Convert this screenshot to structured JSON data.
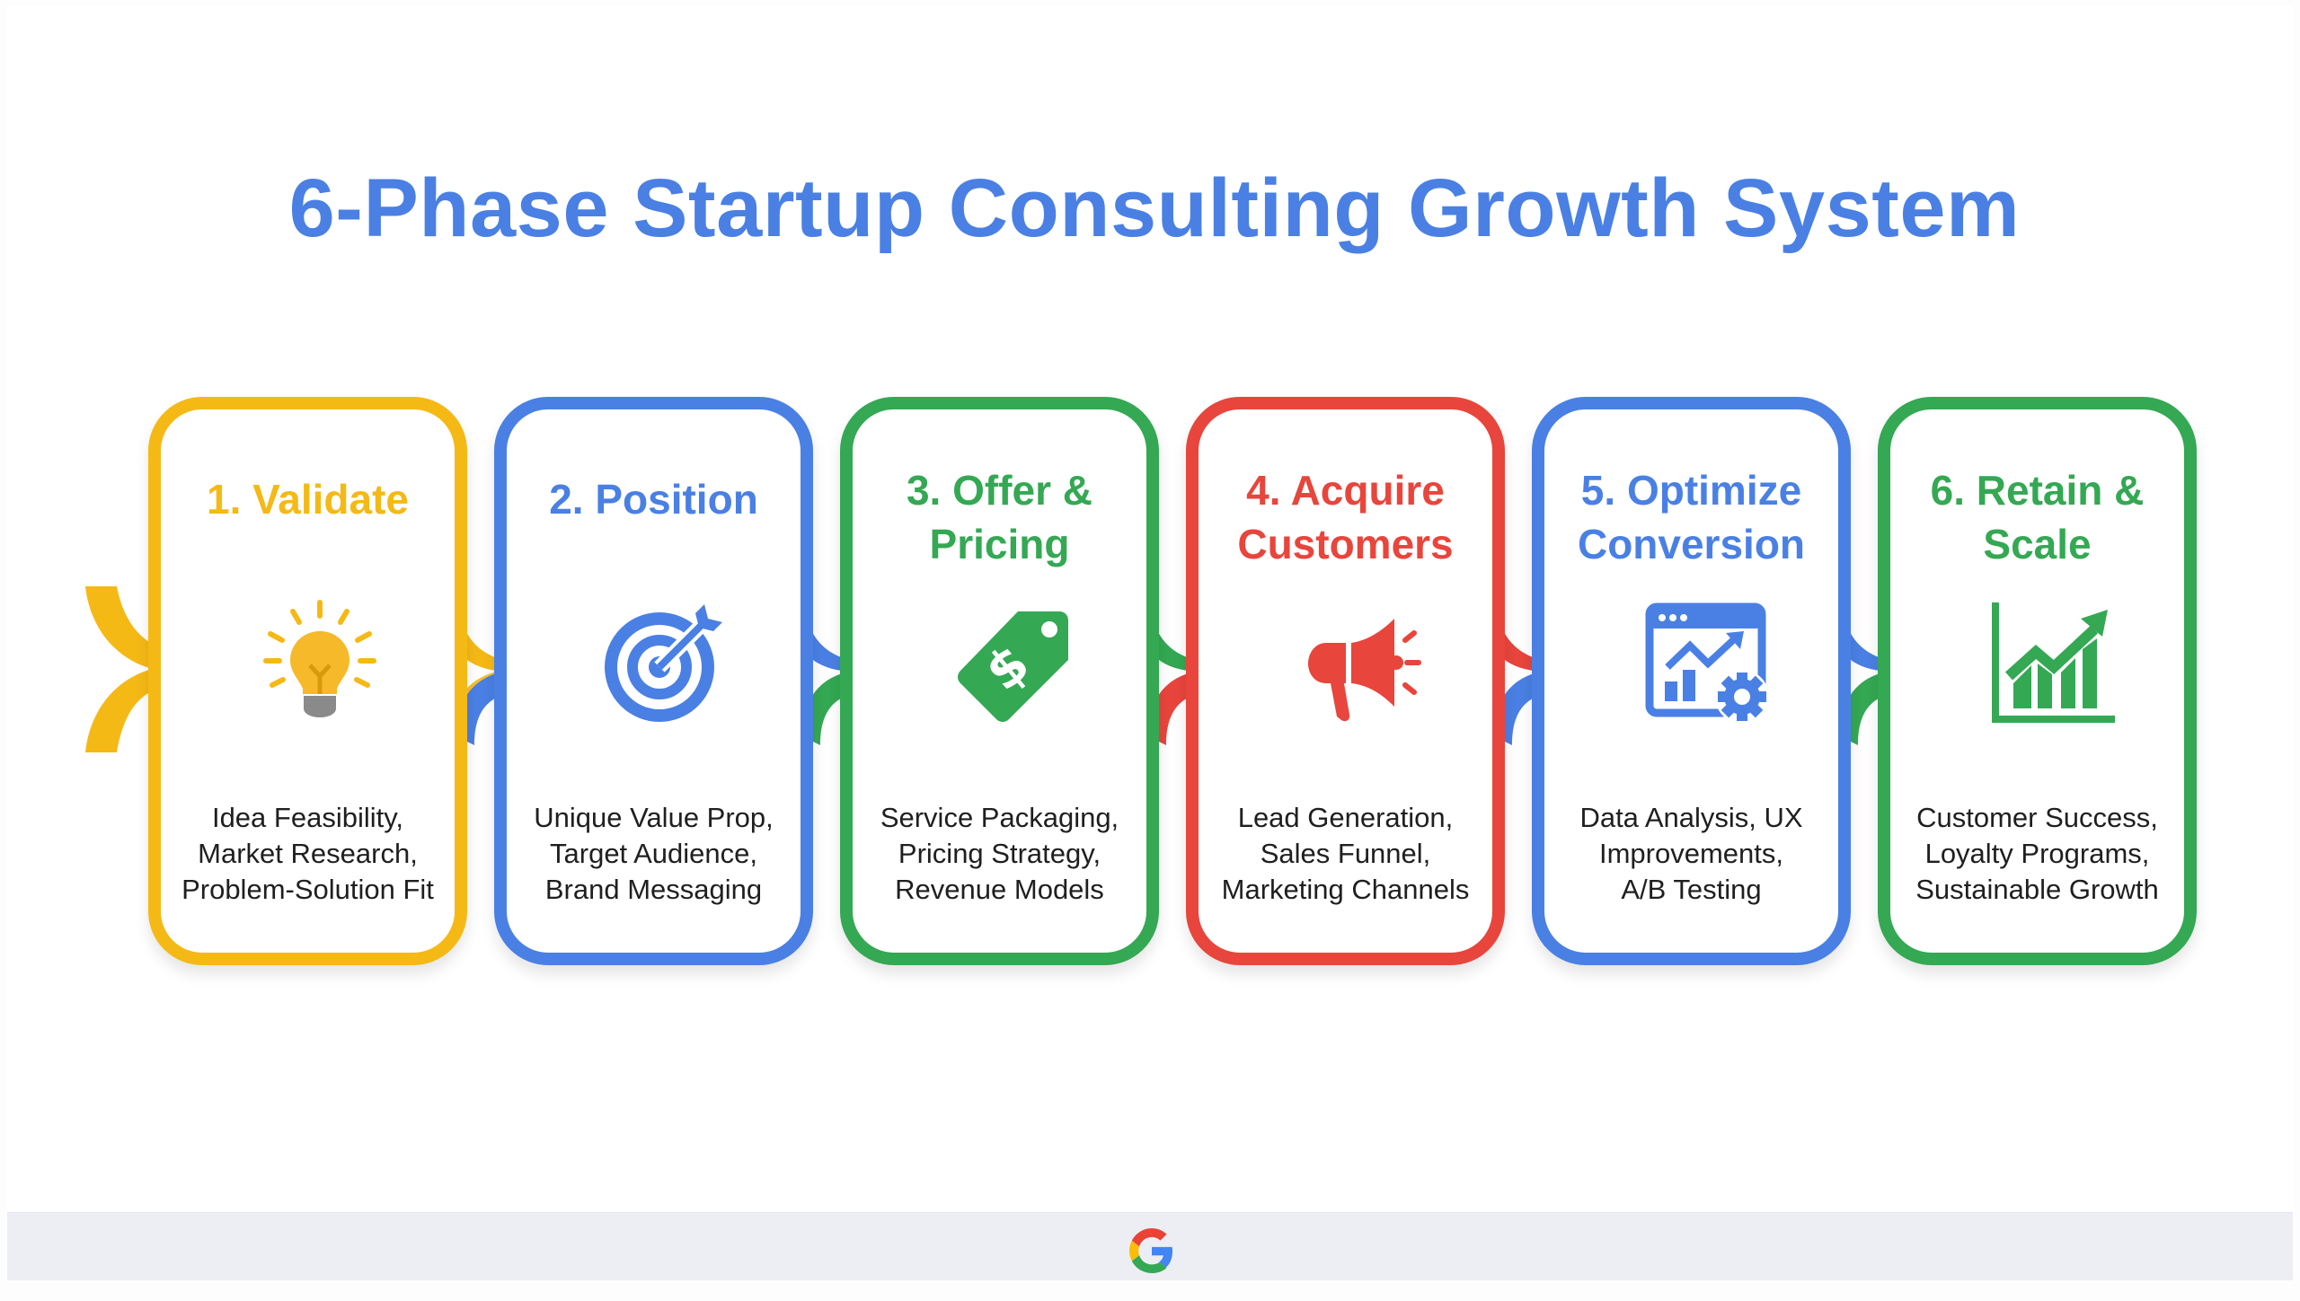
{
  "title": "6-Phase Startup Consulting Growth System",
  "colors": {
    "title": "#4a80e4",
    "yellow": "#f5b916",
    "blue": "#4a80e4",
    "green": "#34a853",
    "red": "#e8453c",
    "description_text": "#1f1f1f",
    "footer_bar": "#eceef3"
  },
  "phases": [
    {
      "number": 1,
      "title_lines": [
        "1. Validate"
      ],
      "color": "yellow",
      "icon": "lightbulb-icon",
      "description_lines": [
        "Idea Feasibility,",
        "Market Research,",
        "Problem-Solution Fit"
      ]
    },
    {
      "number": 2,
      "title_lines": [
        "2. Position"
      ],
      "color": "blue",
      "icon": "target-icon",
      "description_lines": [
        "Unique Value Prop,",
        "Target Audience,",
        "Brand Messaging"
      ]
    },
    {
      "number": 3,
      "title_lines": [
        "3. Offer &",
        "Pricing"
      ],
      "color": "green",
      "icon": "price-tag-icon",
      "description_lines": [
        "Service Packaging,",
        "Pricing Strategy,",
        "Revenue Models"
      ]
    },
    {
      "number": 4,
      "title_lines": [
        "4. Acquire",
        "Customers"
      ],
      "color": "red",
      "icon": "megaphone-icon",
      "description_lines": [
        "Lead Generation,",
        "Sales Funnel,",
        "Marketing Channels"
      ]
    },
    {
      "number": 5,
      "title_lines": [
        "5. Optimize",
        "Conversion"
      ],
      "color": "blue",
      "icon": "analytics-dashboard-icon",
      "description_lines": [
        "Data Analysis, UX",
        "Improvements,",
        "A/B Testing"
      ]
    },
    {
      "number": 6,
      "title_lines": [
        "6. Retain &",
        "Scale"
      ],
      "color": "green",
      "icon": "growth-chart-icon",
      "description_lines": [
        "Customer Success,",
        "Loyalty Programs,",
        "Sustainable Growth"
      ]
    }
  ],
  "footer": {
    "logo": "google-g-logo"
  }
}
